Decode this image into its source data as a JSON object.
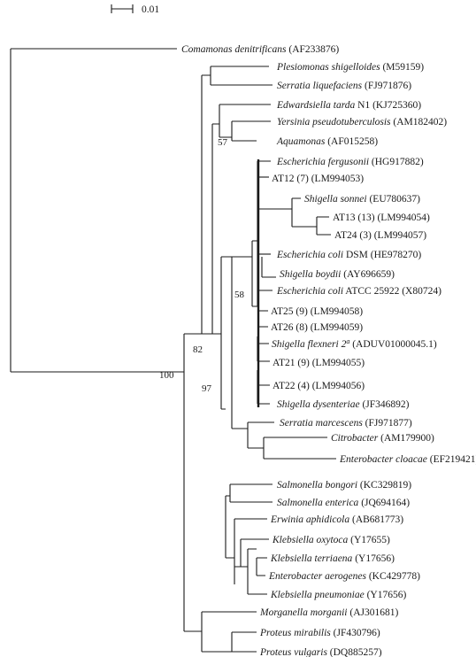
{
  "scale_bar": {
    "label": "0.01"
  },
  "taxa": [
    {
      "id": "comamonas",
      "name": "Comamonas denitrificans",
      "italic": true,
      "acc": "(AF233876)"
    },
    {
      "id": "plesiomonas",
      "name": "Plesiomonas shigelloides",
      "italic": true,
      "acc": "(M59159)"
    },
    {
      "id": "serratia-liq",
      "name": "Serratia liquefaciens",
      "italic": true,
      "acc": "(FJ971876)"
    },
    {
      "id": "edwardsiella",
      "name": "Edwardsiella tarda",
      "italic": true,
      "acc": "N1 (KJ725360)"
    },
    {
      "id": "yersinia",
      "name": "Yersinia pseudotuberculosis",
      "italic": true,
      "acc": "(AM182402)"
    },
    {
      "id": "aquamonas",
      "name": "Aquamonas",
      "italic": true,
      "acc": "(AF015258)"
    },
    {
      "id": "ecoli-ferg",
      "name": "Escherichia fergusonii",
      "italic": true,
      "acc": "(HG917882)"
    },
    {
      "id": "at12",
      "name": "AT12 (7) (LM994053)",
      "italic": false,
      "acc": ""
    },
    {
      "id": "shigella-sonnei",
      "name": "Shigella sonnei",
      "italic": true,
      "acc": "(EU780637)"
    },
    {
      "id": "at13",
      "name": "AT13 (13) (LM994054)",
      "italic": false,
      "acc": ""
    },
    {
      "id": "at24",
      "name": "AT24 (3) (LM994057)",
      "italic": false,
      "acc": ""
    },
    {
      "id": "ecoli-dsm",
      "name": "Escherichia coli",
      "italic": true,
      "acc": "DSM (HE978270)"
    },
    {
      "id": "shigella-boydii",
      "name": "Shigella boydii",
      "italic": true,
      "acc": "(AY696659)"
    },
    {
      "id": "ecoli-atcc",
      "name": "Escherichia coli",
      "italic": true,
      "acc": "ATCC 25922 (X80724)"
    },
    {
      "id": "at25",
      "name": "AT25 (9) (LM994058)",
      "italic": false,
      "acc": ""
    },
    {
      "id": "at26",
      "name": "AT26 (8) (LM994059)",
      "italic": false,
      "acc": ""
    },
    {
      "id": "shigella-flexneri",
      "name": "Shigella flexneri 2",
      "italic": true,
      "sup": "a",
      "acc": "(ADUV01000045.1)"
    },
    {
      "id": "at21",
      "name": "AT21 (9) (LM994055)",
      "italic": false,
      "acc": ""
    },
    {
      "id": "at22",
      "name": "AT22 (4) (LM994056)",
      "italic": false,
      "acc": ""
    },
    {
      "id": "shigella-dys",
      "name": "Shigella dysenteriae",
      "italic": true,
      "acc": "(JF346892)"
    },
    {
      "id": "serratia-marc",
      "name": "Serratia marcescens",
      "italic": true,
      "acc": "(FJ971877)"
    },
    {
      "id": "citrobacter",
      "name": "Citrobacter",
      "italic": true,
      "acc": "(AM179900)"
    },
    {
      "id": "enterobacter-cloacae",
      "name": "Enterobacter cloacae",
      "italic": true,
      "acc": "(EF219421)"
    },
    {
      "id": "salmonella-bongori",
      "name": "Salmonella bongori",
      "italic": true,
      "acc": "(KC329819)"
    },
    {
      "id": "salmonella-enterica",
      "name": "Salmonella enterica",
      "italic": true,
      "acc": "(JQ694164)"
    },
    {
      "id": "erwinia",
      "name": "Erwinia aphidicola",
      "italic": true,
      "acc": "(AB681773)"
    },
    {
      "id": "klebsiella-oxytoca",
      "name": "Klebsiella oxytoca",
      "italic": true,
      "acc": "(Y17655)"
    },
    {
      "id": "klebsiella-terr",
      "name": "Klebsiella terriaena",
      "italic": true,
      "acc": "(Y17656)"
    },
    {
      "id": "enterobacter-aero",
      "name": "Enterobacter aerogenes",
      "italic": true,
      "acc": "(KC429778)"
    },
    {
      "id": "klebsiella-pneu",
      "name": "Klebsiella pneumoniae",
      "italic": true,
      "acc": "(Y17656)"
    },
    {
      "id": "morganella",
      "name": "Morganella morganii",
      "italic": true,
      "acc": "(AJ301681)"
    },
    {
      "id": "proteus-mirabilis",
      "name": "Proteus mirabilis",
      "italic": true,
      "acc": "(JF430796)"
    },
    {
      "id": "proteus-vulgaris",
      "name": "Proteus vulgaris",
      "italic": true,
      "acc": "(DQ885257)"
    }
  ],
  "bootstrap": [
    "100",
    "82",
    "97",
    "57",
    "58"
  ]
}
